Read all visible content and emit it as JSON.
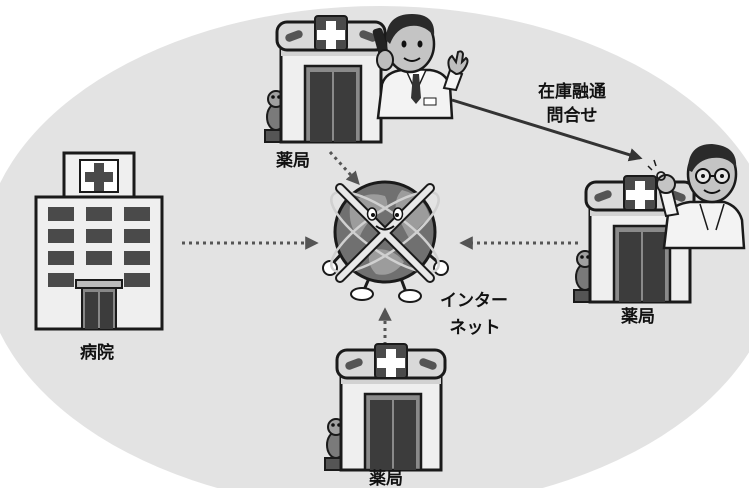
{
  "labels": {
    "inquiry_line1": "在庫融通",
    "inquiry_line2": "問合せ",
    "pharmacy_top": "薬局",
    "pharmacy_right": "薬局",
    "pharmacy_bottom": "薬局",
    "hospital": "病院",
    "internet_line1": "インター",
    "internet_line2": "ネット"
  },
  "icons": {
    "pharmacy": "pharmacy-building-icon",
    "hospital": "hospital-building-icon",
    "globe": "internet-globe-icon",
    "person_phone": "pharmacist-phone-icon",
    "person_glasses": "pharmacist-glasses-icon"
  },
  "colors": {
    "background_ellipse": "#e3e3e3",
    "outline": "#1a1a1a",
    "arrow_solid": "#333333",
    "arrow_dotted": "#555555"
  }
}
